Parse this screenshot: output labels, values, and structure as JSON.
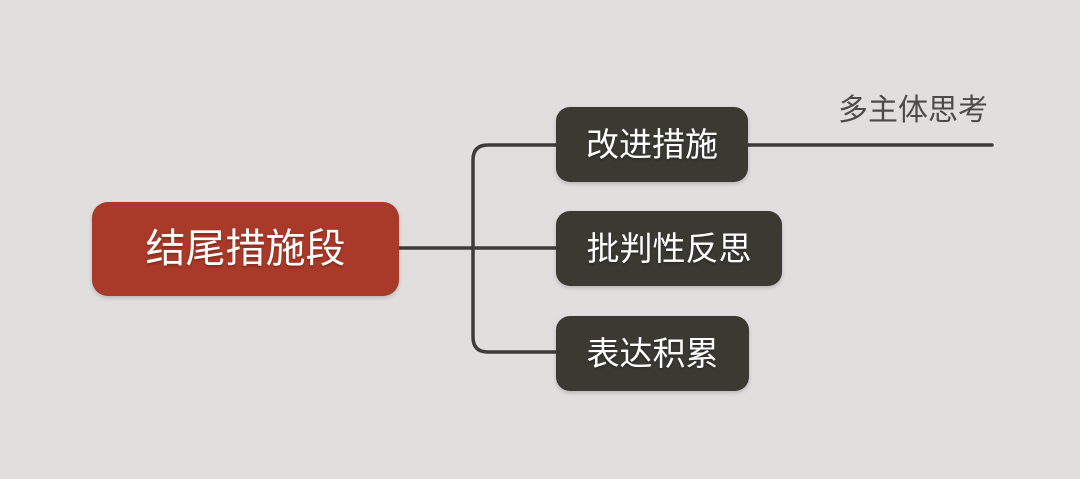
{
  "app": {
    "type": "mindmap",
    "background_color": "#e0dfde",
    "connector_color": "#3d3d3d"
  },
  "mindmap": {
    "root": {
      "label": "结尾措施段",
      "bg_color": "#a93928",
      "text_color": "#ffffff"
    },
    "children": [
      {
        "label": "改进措施"
      },
      {
        "label": "批判性反思"
      },
      {
        "label": "表达积累"
      }
    ],
    "child_style": {
      "bg_color": "#3a3a33",
      "text_color": "#ffffff"
    },
    "subtopic": {
      "label": "多主体思考",
      "parent": "改进措施",
      "text_color": "#4b4b4b"
    }
  }
}
